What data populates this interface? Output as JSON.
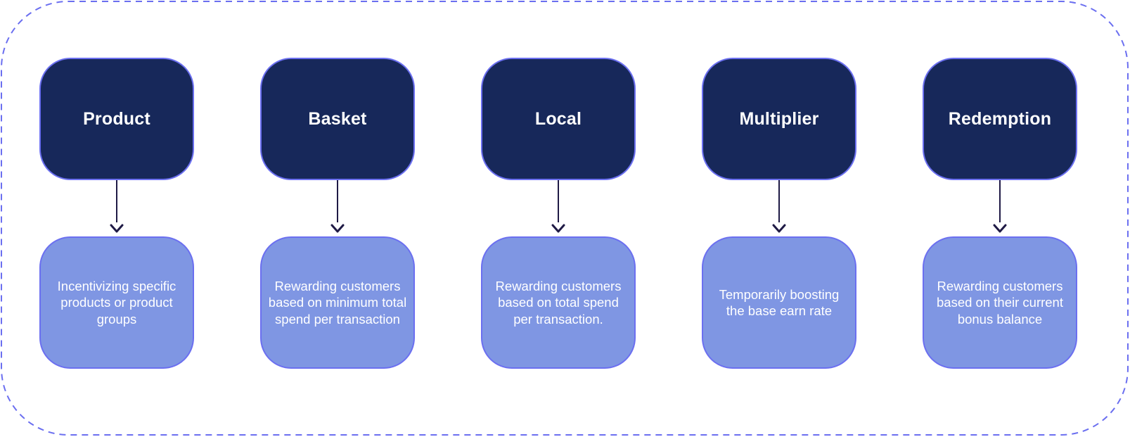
{
  "colors": {
    "frame_border": "#6b6ff0",
    "header_fill": "#17285a",
    "description_fill": "#7f96e3",
    "arrow": "#1f1a45",
    "text": "#ffffff"
  },
  "columns": [
    {
      "title": "Product",
      "description": "Incentivizing specific products or product groups"
    },
    {
      "title": "Basket",
      "description": "Rewarding customers based on minimum total spend per transaction"
    },
    {
      "title": "Local",
      "description": "Rewarding customers based on total spend per transaction."
    },
    {
      "title": "Multiplier",
      "description": "Temporarily boosting the base earn rate"
    },
    {
      "title": "Redemption",
      "description": "Rewarding customers based on their current bonus balance"
    }
  ]
}
